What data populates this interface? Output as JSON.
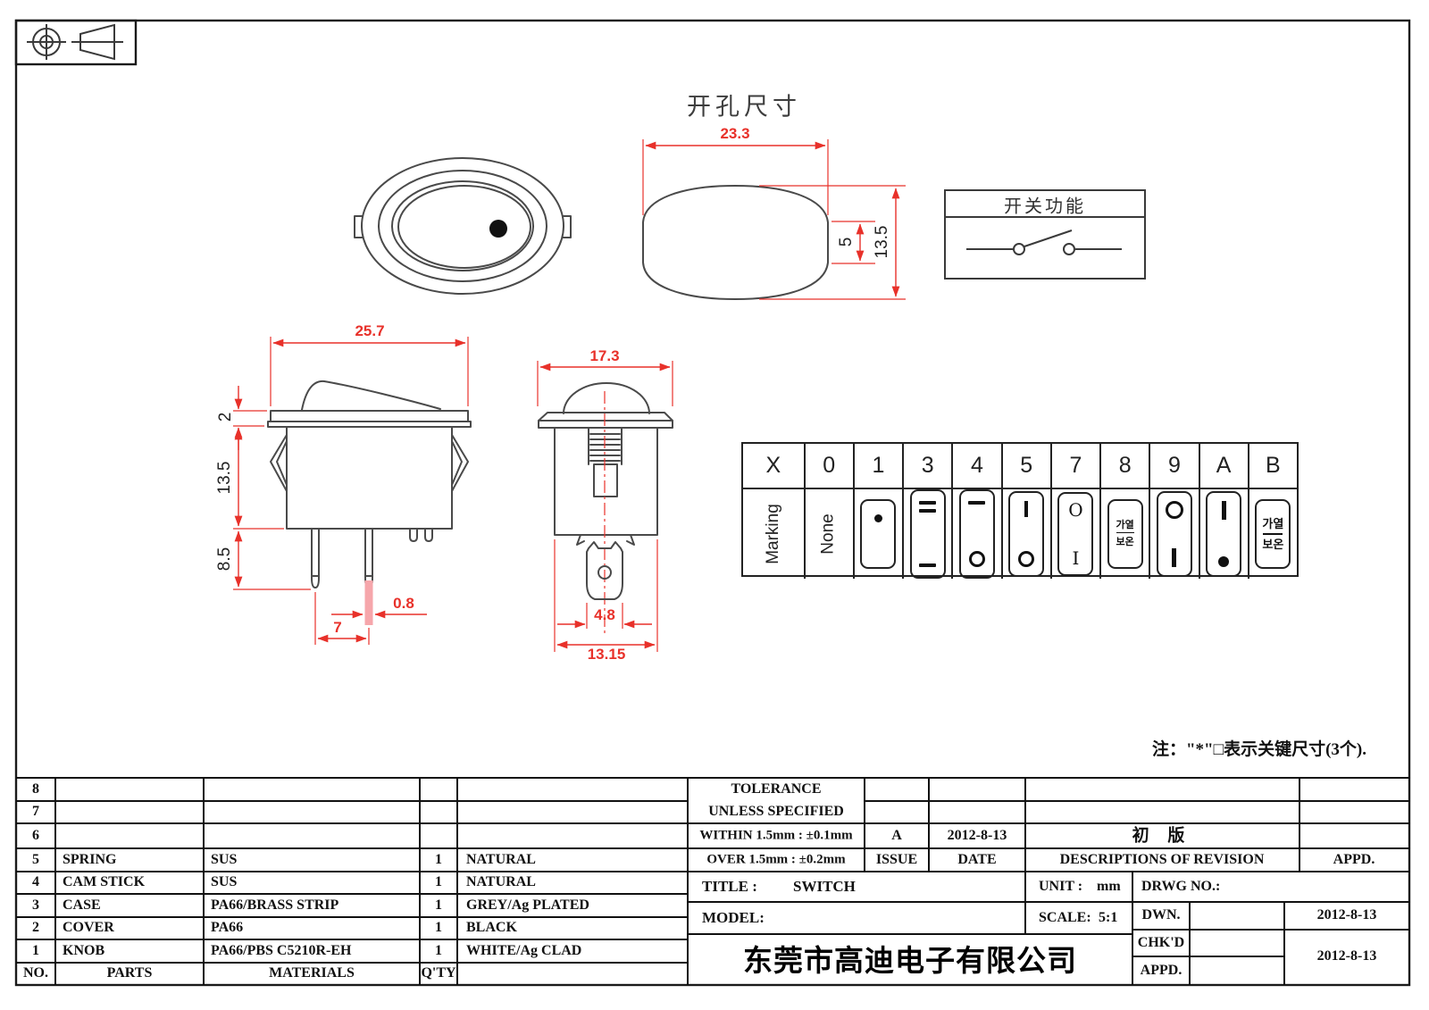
{
  "page": {
    "cutout_title": "开孔尺寸",
    "function_box_title": "开关功能",
    "note": "注：\"*\"□表示关键尺寸(3个)."
  },
  "dims": {
    "cutout_width": "23.3",
    "cutout_flat": "5",
    "cutout_height": "13.5",
    "top_width": "25.7",
    "flange_thick": "2",
    "body_depth": "13.5",
    "pin_len": "8.5",
    "pin_pitch": "7",
    "pin_thick": "0.8",
    "knob_width": "17.3",
    "tab_width": "4.8",
    "case_width": "13.15"
  },
  "marking": {
    "headers": [
      "X",
      "0",
      "1",
      "3",
      "4",
      "5",
      "7",
      "8",
      "9",
      "A",
      "B"
    ],
    "row_label": "Marking",
    "none_label": "None",
    "glyph_o": "O",
    "glyph_i": "I",
    "heat": "가열",
    "warm": "보온"
  },
  "parts": {
    "headers": {
      "no": "NO.",
      "parts": "PARTS",
      "materials": "MATERIALS",
      "qty": "Q'TY"
    },
    "rows": [
      {
        "no": "8",
        "parts": "",
        "materials": "",
        "qty": "",
        "color": ""
      },
      {
        "no": "7",
        "parts": "",
        "materials": "",
        "qty": "",
        "color": ""
      },
      {
        "no": "6",
        "parts": "",
        "materials": "",
        "qty": "",
        "color": ""
      },
      {
        "no": "5",
        "parts": "SPRING",
        "materials": "SUS",
        "qty": "1",
        "color": "NATURAL"
      },
      {
        "no": "4",
        "parts": "CAM STICK",
        "materials": "SUS",
        "qty": "1",
        "color": "NATURAL"
      },
      {
        "no": "3",
        "parts": "CASE",
        "materials": "PA66/BRASS STRIP",
        "qty": "1",
        "color": "GREY/Ag PLATED"
      },
      {
        "no": "2",
        "parts": "COVER",
        "materials": "PA66",
        "qty": "1",
        "color": "BLACK"
      },
      {
        "no": "1",
        "parts": "KNOB",
        "materials": "PA66/PBS C5210R-EH",
        "qty": "1",
        "color": "WHITE/Ag CLAD"
      }
    ]
  },
  "tolerance": {
    "title1": "TOLERANCE",
    "title2": "UNLESS   SPECIFIED",
    "within": "WITHIN  1.5mm  :  ±0.1mm",
    "over": "OVER  1.5mm  :  ±0.2mm",
    "issue_value": "A",
    "date_value": "2012-8-13",
    "revision_value": "初 版",
    "issue_label": "ISSUE",
    "date_label": "DATE",
    "revision_label": "DESCRIPTIONS  OF  REVISION",
    "appd_label": "APPD."
  },
  "titleblock": {
    "title_label": "TITLE :",
    "title_value": "SWITCH",
    "unit_label": "UNIT :",
    "unit_value": "mm",
    "drwg_label": "DRWG  NO.:",
    "model_label": "MODEL:",
    "scale_label": "SCALE:",
    "scale_value": "5:1",
    "company": "东莞市高迪电子有限公司",
    "dwn_label": "DWN.",
    "chkd_label": "CHK'D",
    "appd_label": "APPD.",
    "dwn_date": "2012-8-13",
    "chkd_date": "2012-8-13"
  },
  "colors": {
    "dim_red": "#e8312a",
    "pin_highlight_pink": "#f6a6ab",
    "line_gray": "#4a4a4a"
  }
}
